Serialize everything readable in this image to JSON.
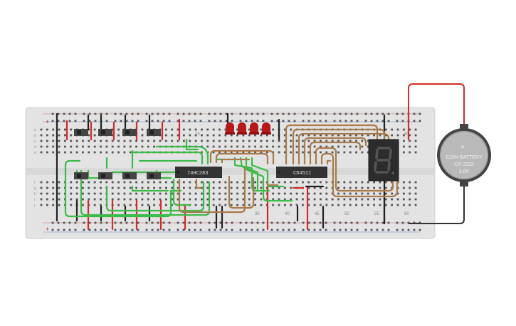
{
  "breadboard": {
    "column_numbers": [
      "25",
      "35",
      "40",
      "45",
      "50",
      "55",
      "60"
    ],
    "column_numbers_top": [
      "25",
      "60"
    ],
    "row_letters_top": [
      "a",
      "b",
      "c",
      "d",
      "e"
    ],
    "row_letters_bottom": [
      "f",
      "g",
      "h",
      "i",
      "j"
    ],
    "rail_plus": "+",
    "rail_minus": "−"
  },
  "chips": {
    "adder": {
      "label": "74HC283"
    },
    "decoder": {
      "label": "CD4511"
    }
  },
  "battery": {
    "line1": "COIN BATTERY",
    "line2": "CR 2032",
    "line3": "3.0V",
    "plus": "+"
  },
  "seven_segment": {
    "digit": "8."
  },
  "colors": {
    "board": "#e3e3e3",
    "green_wire": "#3dbb4a",
    "brown_wire": "#a87a4c",
    "red_wire": "#d42a2a",
    "black_wire": "#222222",
    "led": "#b5191a",
    "chip": "#333333",
    "display": "#2c2c2c"
  }
}
